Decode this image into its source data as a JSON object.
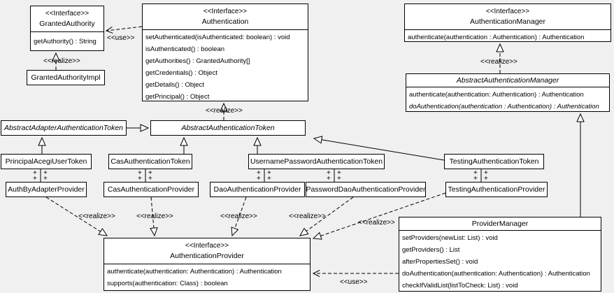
{
  "diagram": {
    "colors": {
      "background": "#f0f0f0",
      "box_fill": "#ffffff",
      "line": "#000000"
    },
    "classes": {
      "granted_authority": {
        "stereotype": "<<Interface>>",
        "name": "GrantedAuthority",
        "methods": [
          "getAuthority() : String"
        ]
      },
      "granted_authority_impl": {
        "name": "GrantedAuthorityImpl"
      },
      "authentication": {
        "stereotype": "<<Interface>>",
        "name": "Authentication",
        "methods": [
          "setAuthenticated(isAuthenticated: boolean) : void",
          "isAuthenticated() : boolean",
          "getAuthorities() : GrantedAuthority[]",
          "getCredentials() : Object",
          "getDetails() : Object",
          "getPrincipal() : Object"
        ]
      },
      "authentication_manager": {
        "stereotype": "<<Interface>>",
        "name": "AuthenticationManager",
        "methods": [
          "authenticate(authentication : Authentication) : Authentication"
        ]
      },
      "abstract_authentication_manager": {
        "name": "AbstractAuthenticationManager",
        "methods": [
          "authenticate(authentication: Authentication) : Authentication",
          "doAuthentication(authentication : Authentication) : Authentication"
        ]
      },
      "abstract_adapter_authentication_token": {
        "name": "AbstractAdapterAuthenticationToken"
      },
      "abstract_authentication_token": {
        "name": "AbstractAuthenticationToken"
      },
      "principal_acegi_user_token": {
        "name": "PrincipalAcegiUserToken"
      },
      "cas_authentication_token": {
        "name": "CasAuthenticationToken"
      },
      "username_password_authentication_token": {
        "name": "UsernamePasswordAuthenticationToken"
      },
      "testing_authentication_token": {
        "name": "TestingAuthenticationToken"
      },
      "auth_by_adapter_provider": {
        "name": "AuthByAdapterProvider"
      },
      "cas_authentication_provider": {
        "name": "CasAuthenticationProvider"
      },
      "dao_authentication_provider": {
        "name": "DaoAuthenticationProvider"
      },
      "password_dao_authentication_provider": {
        "name": "PasswordDaoAuthenticationProvider"
      },
      "testing_authentication_provider": {
        "name": "TestingAuthenticationProvider"
      },
      "authentication_provider": {
        "stereotype": "<<Interface>>",
        "name": "AuthenticationProvider",
        "methods": [
          "authenticate(authentication: Authentication) : Authentication",
          "supports(authentication: Class) : boolean"
        ]
      },
      "provider_manager": {
        "name": "ProviderManager",
        "methods": [
          "setProviders(newList: List) : void",
          "getProviders() : List",
          "afterPropertiesSet() : void",
          "doAuthentication(authentication: Authentication) : Authentication",
          "checkIfValidList(listToCheck: List) : void"
        ]
      }
    },
    "edge_labels": {
      "use": "<<use>>",
      "realize": "<<realize>>",
      "plus": "+"
    }
  }
}
